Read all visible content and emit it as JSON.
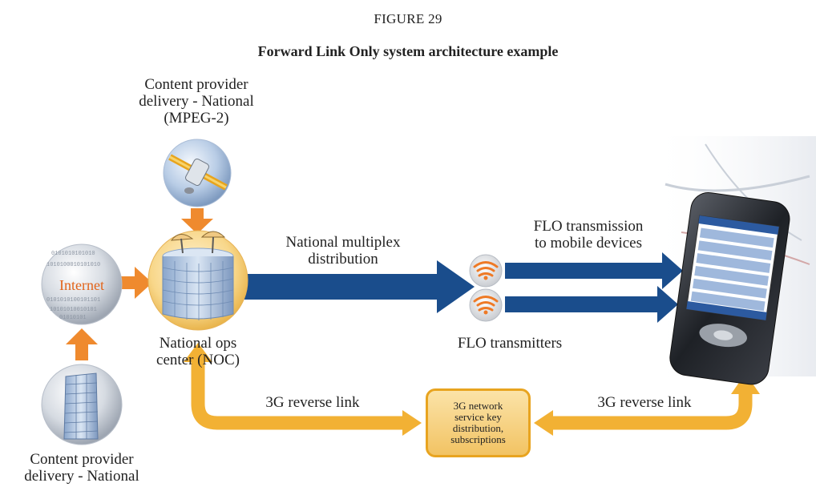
{
  "figure": {
    "label": "FIGURE 29",
    "title": "Forward Link Only system architecture example"
  },
  "labels": {
    "content_provider_top": [
      "Content provider",
      "delivery - National",
      "(MPEG-2)"
    ],
    "content_provider_bottom": [
      "Content provider",
      "delivery - National"
    ],
    "internet": "Internet",
    "noc": [
      "National ops",
      "center (NOC)"
    ],
    "national_multiplex": [
      "National multiplex",
      "distribution"
    ],
    "flo_transmission": [
      "FLO transmission",
      "to mobile devices"
    ],
    "flo_transmitters": "FLO transmitters",
    "reverse_link_left": "3G reverse link",
    "reverse_link_right": "3G reverse link",
    "key_box": [
      "3G network",
      "service key",
      "distribution,",
      "subscriptions"
    ]
  },
  "colors": {
    "orange": "#ef8a2e",
    "blue": "#1a4d8c",
    "gold": "#f2b134"
  }
}
